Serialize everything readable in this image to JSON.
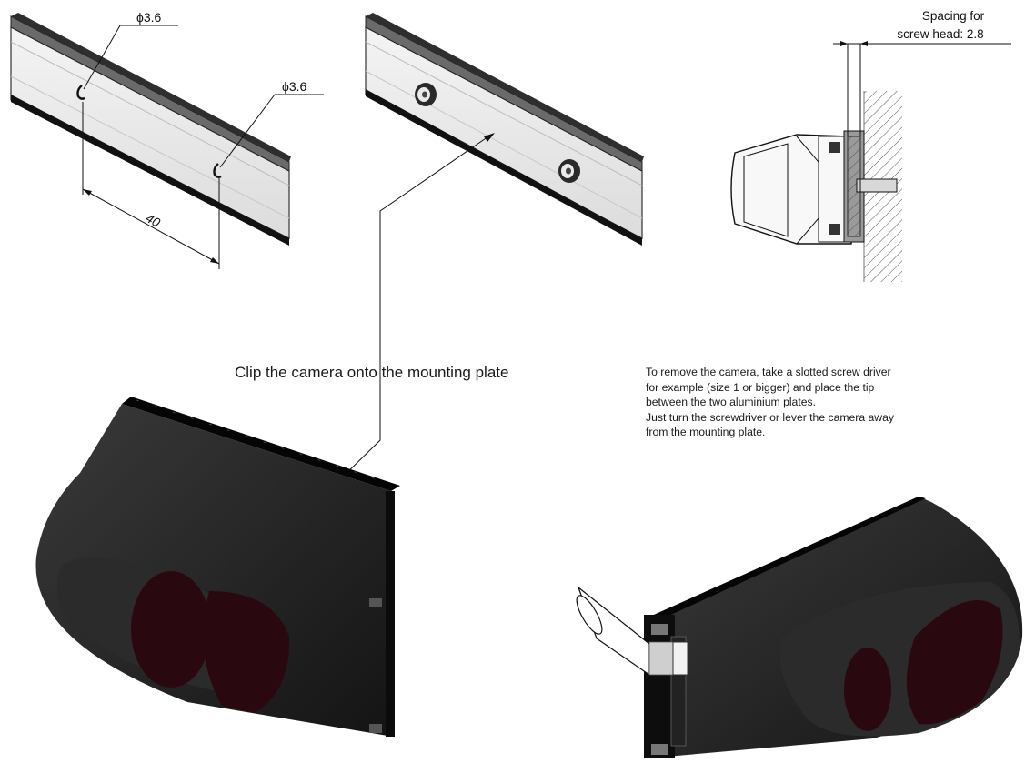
{
  "rail_1": {
    "hole_label_1": "ϕ3.6",
    "hole_label_2": "ϕ3.6",
    "hole_spacing": "40"
  },
  "side_view": {
    "spacing_label_line1": "Spacing for",
    "spacing_label_line2": "screw head: 2.8"
  },
  "clip_caption": "Clip the camera onto the mounting plate",
  "remove_instructions": [
    "To remove the camera, take a slotted screw driver",
    "for example (size 1 or bigger) and place the tip",
    "between the two aluminium plates.",
    "Just turn the screwdriver or lever the camera away",
    "from the mounting plate."
  ]
}
